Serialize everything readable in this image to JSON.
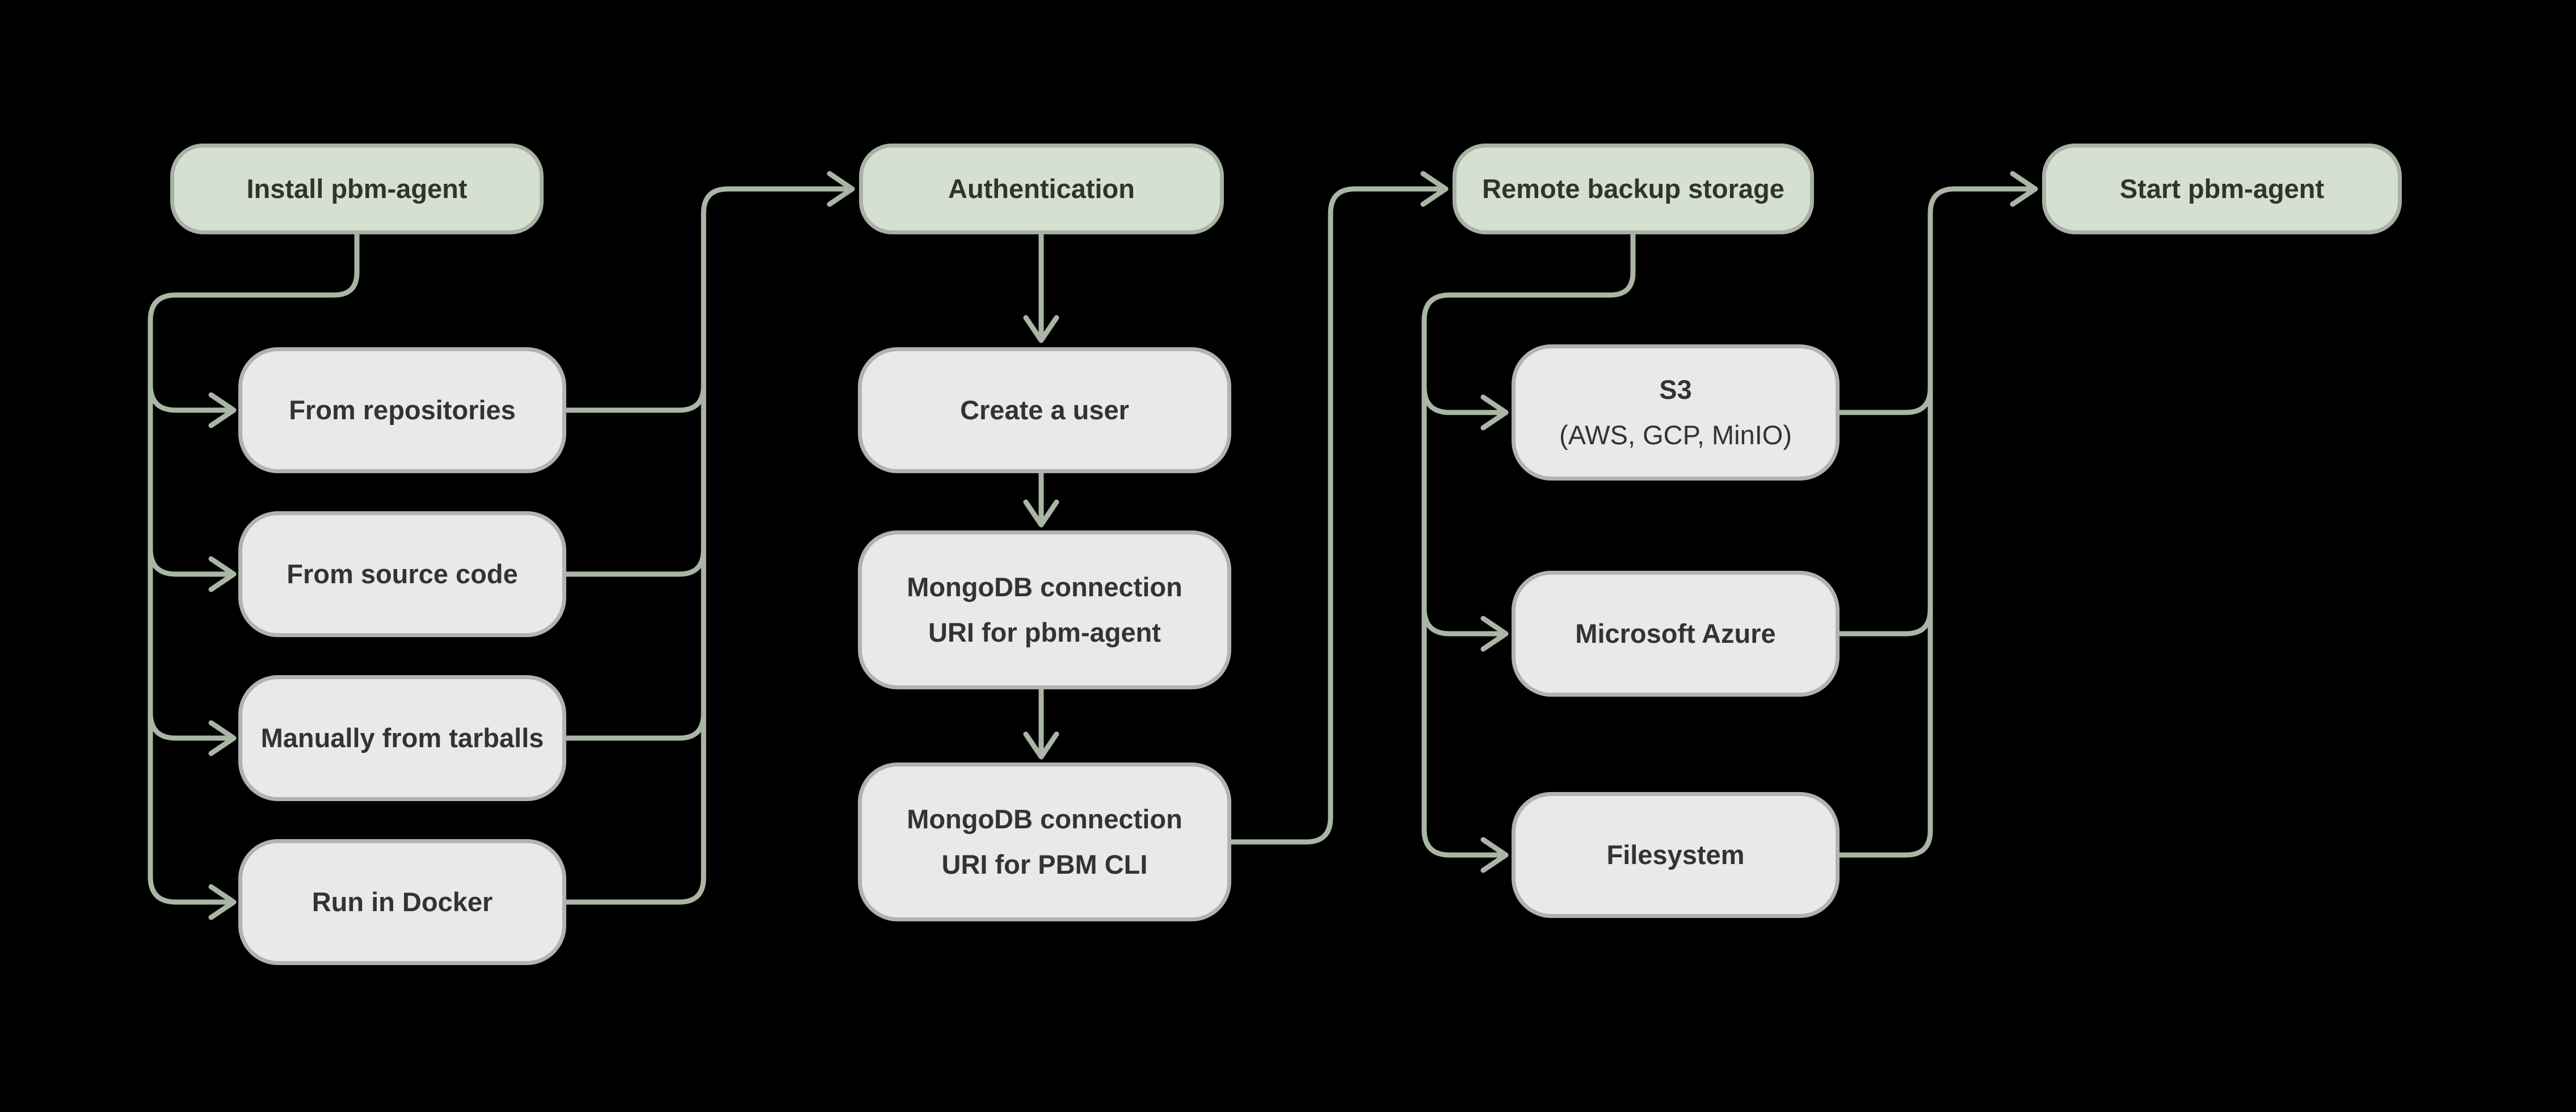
{
  "nodes": {
    "install": {
      "lines": [
        "Install pbm-agent"
      ]
    },
    "authentication": {
      "lines": [
        "Authentication"
      ]
    },
    "remote_backup_storage": {
      "lines": [
        "Remote backup storage"
      ]
    },
    "start": {
      "lines": [
        "Start pbm-agent"
      ]
    },
    "from_repositories": {
      "lines": [
        "From repositories"
      ]
    },
    "from_source_code": {
      "lines": [
        "From source code"
      ]
    },
    "manually_from_tarballs": {
      "lines": [
        "Manually from tarballs"
      ]
    },
    "run_in_docker": {
      "lines": [
        "Run in Docker"
      ]
    },
    "create_a_user": {
      "lines": [
        "Create a user"
      ]
    },
    "mongodb_uri_pbm_agent": {
      "lines": [
        "MongoDB connection",
        "URI for pbm-agent"
      ]
    },
    "mongodb_uri_pbm_cli": {
      "lines": [
        "MongoDB connection",
        "URI for PBM CLI"
      ]
    },
    "s3": {
      "lines": [
        "S3",
        "(AWS, GCP, MinIO)"
      ]
    },
    "microsoft_azure": {
      "lines": [
        "Microsoft Azure"
      ]
    },
    "filesystem": {
      "lines": [
        "Filesystem"
      ]
    }
  },
  "colors": {
    "background": "#000000",
    "green_fill": "#d6e0d1",
    "green_border": "#a8b2a4",
    "gray_fill": "#e9e9e9",
    "gray_border": "#b2b2b2",
    "edge": "#a8b6a3",
    "text_dark": "#333333",
    "text_green_node": "#2e342e"
  }
}
